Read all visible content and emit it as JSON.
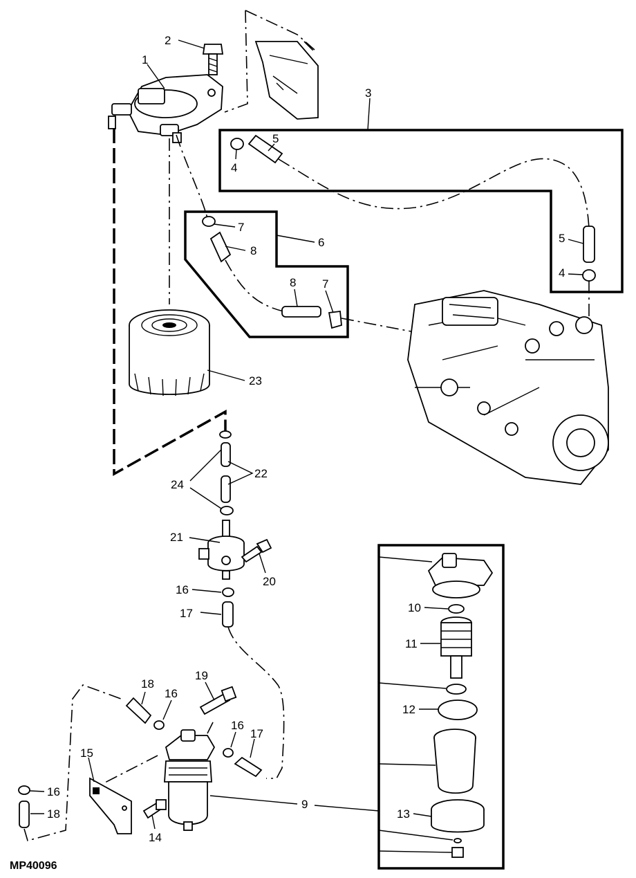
{
  "figure_code": "MP40096",
  "callouts": [
    {
      "id": "1",
      "text": "1"
    },
    {
      "id": "2",
      "text": "2"
    },
    {
      "id": "3",
      "text": "3"
    },
    {
      "id": "4a",
      "text": "4"
    },
    {
      "id": "5a",
      "text": "5"
    },
    {
      "id": "5b",
      "text": "5"
    },
    {
      "id": "4b",
      "text": "4"
    },
    {
      "id": "7a",
      "text": "7"
    },
    {
      "id": "6",
      "text": "6"
    },
    {
      "id": "8a",
      "text": "8"
    },
    {
      "id": "8b",
      "text": "8"
    },
    {
      "id": "7b",
      "text": "7"
    },
    {
      "id": "23",
      "text": "23"
    },
    {
      "id": "22",
      "text": "22"
    },
    {
      "id": "24",
      "text": "24"
    },
    {
      "id": "21",
      "text": "21"
    },
    {
      "id": "20",
      "text": "20"
    },
    {
      "id": "16a",
      "text": "16"
    },
    {
      "id": "17a",
      "text": "17"
    },
    {
      "id": "18a",
      "text": "18"
    },
    {
      "id": "16b",
      "text": "16"
    },
    {
      "id": "19",
      "text": "19"
    },
    {
      "id": "16c",
      "text": "16"
    },
    {
      "id": "17b",
      "text": "17"
    },
    {
      "id": "15",
      "text": "15"
    },
    {
      "id": "16d",
      "text": "16"
    },
    {
      "id": "18b",
      "text": "18"
    },
    {
      "id": "14",
      "text": "14"
    },
    {
      "id": "9",
      "text": "9"
    },
    {
      "id": "10",
      "text": "10"
    },
    {
      "id": "11",
      "text": "11"
    },
    {
      "id": "12",
      "text": "12"
    },
    {
      "id": "13",
      "text": "13"
    }
  ]
}
